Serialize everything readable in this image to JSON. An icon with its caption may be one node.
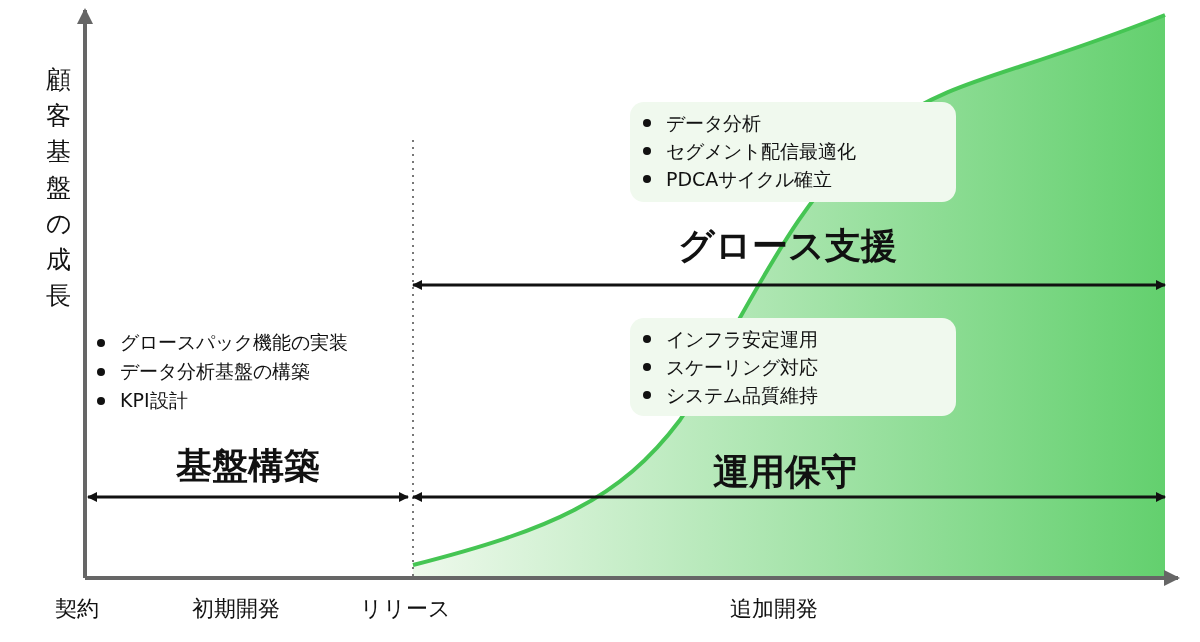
{
  "diagram": {
    "nodes": [
      {
        "text": [
          "データ分析",
          "セグメント配信最適化",
          "PDCAサイクル確立"
        ]
      },
      {
        "text": [
          "インフラ安定運用",
          "スケーリング対応",
          "システム品質維持"
        ]
      }
    ],
    "labels": [
      "顧客基盤の成長",
      "グロース支援",
      "グロースパック機能の実装",
      "データ分析基盤の構築",
      "KPI設計",
      "基盤構築",
      "運用保守",
      "契約",
      "初期開発",
      "リリース",
      "追加開発"
    ]
  }
}
